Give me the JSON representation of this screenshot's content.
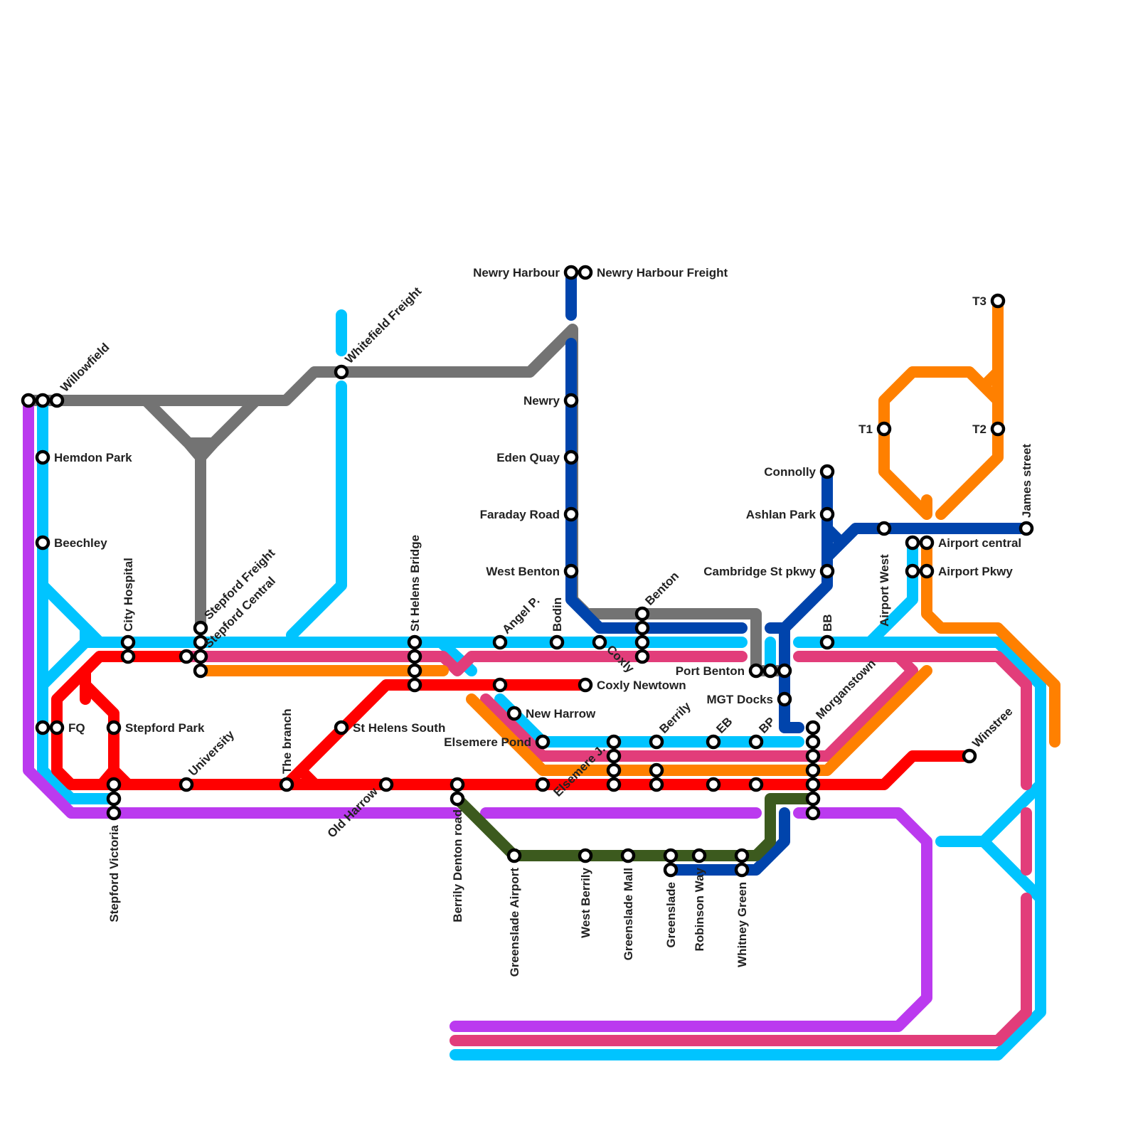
{
  "colors": {
    "light_blue": "#00c4ff",
    "purple": "#bb3aef",
    "grey": "#737373",
    "dark_blue": "#0044ac",
    "red": "#ff0000",
    "pink": "#e23d7a",
    "orange": "#ff8000",
    "green": "#3c5a1e"
  },
  "stations": {
    "willowfield": "Willowfield",
    "hemdon_park": "Hemdon Park",
    "beechley": "Beechley",
    "fq": "FQ",
    "city_hospital": "City Hospital",
    "stepford_park": "Stepford Park",
    "stepford_victoria": "Stepford Victoria",
    "stepford_freight": "Stepford Freight",
    "stepford_central": "Stepford Central",
    "university": "University",
    "the_branch": "The branch",
    "whitefield_freight": "Whitefield Freight",
    "st_helens_south": "St Helens South",
    "st_helens_bridge": "St Helens Bridge",
    "old_harrow": "Old Harrow",
    "berrily_denton_road": "Berrily Denton road",
    "greenslade_airport": "Greenslade Airport",
    "angel_p": "Angel P.",
    "bodin": "Bodin",
    "new_harrow": "New Harrow",
    "elsemere_pond": "Elsemere Pond",
    "elsemere_j": "Elsemere J.",
    "coxly": "Coxly",
    "coxly_newtown": "Coxly Newtown",
    "newry_harbour": "Newry Harbour",
    "newry_harbour_freight": "Newry Harbour Freight",
    "newry": "Newry",
    "eden_quay": "Eden Quay",
    "faraday_road": "Faraday Road",
    "west_benton": "West Benton",
    "benton": "Benton",
    "west_berrily": "West Berrily",
    "greenslade_mall": "Greenslade Mall",
    "berrily": "Berrily",
    "greenslade": "Greenslade",
    "robinson_way": "Robinson Way",
    "eb": "EB",
    "bp": "BP",
    "whitney_green": "Whitney Green",
    "port_benton": "Port Benton",
    "mgt_docks": "MGT Docks",
    "morganstown": "Morganstown",
    "connolly": "Connolly",
    "ashlan_park": "Ashlan Park",
    "cambridge_st_pkwy": "Cambridge St pkwy",
    "bb": "BB",
    "airport_west": "Airport West",
    "airport_central": "Airport central",
    "airport_pkwy": "Airport Pkwy",
    "james_street": "James street",
    "t1": "T1",
    "t2": "T2",
    "t3": "T3",
    "winstree": "Winstree"
  }
}
